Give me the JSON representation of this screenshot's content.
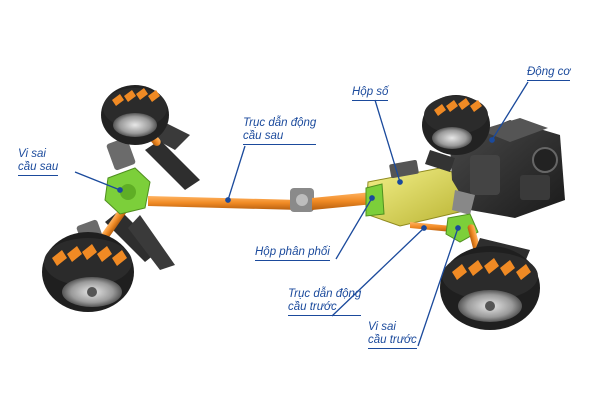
{
  "labels": {
    "rear_differential": [
      "Vi sai",
      "cầu sau"
    ],
    "rear_driveshaft": [
      "Trục dẫn động",
      "cầu sau"
    ],
    "gearbox": "Hộp số",
    "engine": "Động cơ",
    "transfer_case": "Hộp phân phối",
    "front_driveshaft": [
      "Trục dẫn động",
      "cầu trước"
    ],
    "front_differential": [
      "Vi sai",
      "cầu trước"
    ]
  },
  "colors": {
    "label": "#1b4a9c",
    "shaft": "#f08a24",
    "differential": "#7ccf3a",
    "gearbox": "#e6e05a",
    "tire": "#2a2a2a",
    "tire_chevron": "#f08a24",
    "engine": "#333333"
  }
}
